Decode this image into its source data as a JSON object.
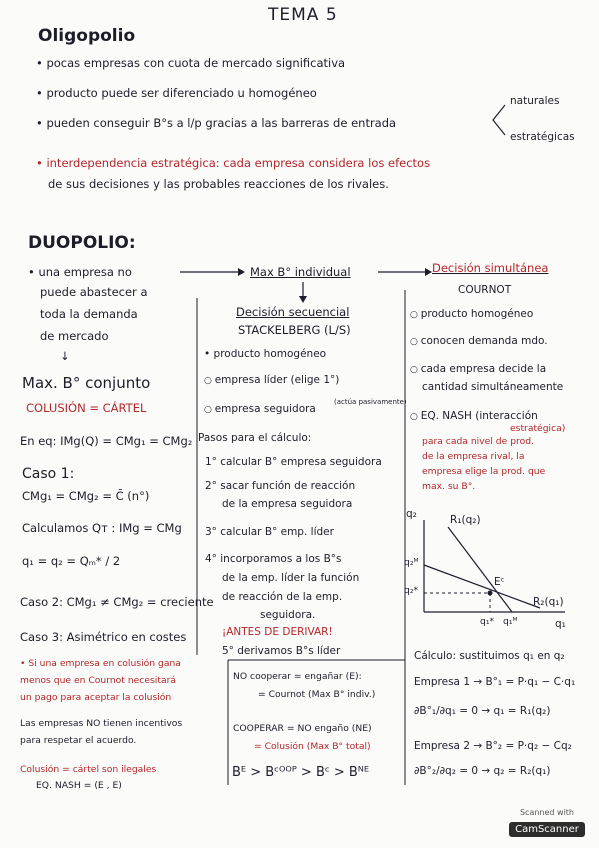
{
  "title": "TEMA 5",
  "oligopolio": {
    "heading": "Oligopolio",
    "bullets": [
      "pocas empresas con cuota de mercado significativa",
      "producto puede ser diferenciado u homogéneo",
      "pueden conseguir B°s a l/p gracias a las barreras de entrada",
      "interdependencia estratégica: cada empresa considera los efectos",
      "de sus decisiones y las probables reacciones de los rivales."
    ],
    "barreras": [
      "naturales",
      "estratégicas"
    ]
  },
  "duopolio": {
    "heading": "DUOPOLIO:",
    "left_intro": [
      "una empresa no",
      "puede abastecer a",
      "toda la demanda",
      "de mercado"
    ],
    "arrow_down": "↓",
    "max_conjunto": "Max. B° conjunto",
    "colusion": "COLUSIÓN = CÁRTEL",
    "eq": "En eq: IMg(Q) = CMg₁ = CMg₂",
    "caso1": "Caso 1:",
    "caso1_eq": "CMg₁ = CMg₂ = C̄ (n°)",
    "calculamos": "Calculamos Qᴛ : IMg = CMg",
    "q_eq": "q₁ = q₂ = Qₘ* / 2",
    "caso2": "Caso 2: CMg₁ ≠ CMg₂ = creciente",
    "caso3": "Caso 3: Asimétrico en costes",
    "nota1": [
      "• Si una empresa en colusión gana",
      "menos que en Cournot necesitará",
      "un pago para aceptar la colusión"
    ],
    "nota2": [
      "Las empresas NO tienen incentivos",
      "para respetar el acuerdo."
    ],
    "nota3": "Colusión = cártel son ilegales",
    "nota4": "EQ. NASH = (E , E)",
    "max_indiv": "Max B° individual",
    "simultanea": "Decisión simultánea",
    "cournot": "COURNOT",
    "secuencial": "Decisión secuencial",
    "stackelberg": "STACKELBERG (L/S)",
    "stack_items": [
      "producto homogéneo",
      "empresa líder (elige 1°)",
      "empresa seguidora"
    ],
    "stack_note": "(actúa pasivamente)",
    "pasos_title": "Pasos para el cálculo:",
    "pasos": [
      "1° calcular B° empresa seguidora",
      "2° sacar función de reacción",
      "de la empresa seguidora",
      "3° calcular B° emp. líder",
      "4° incorporamos a los B°s",
      "de la emp. líder la función",
      "de reacción de la emp.",
      "seguidora.",
      "¡ANTES DE DERIVAR!",
      "5° derivamos B°s líder"
    ],
    "cournot_items": [
      "producto homogéneo",
      "conocen demanda mdo.",
      "cada empresa decide la",
      "cantidad simultáneamente",
      "EQ. NASH (interacción",
      "estratégica)",
      "para cada nivel de prod.",
      "de la empresa rival, la",
      "empresa elige la prod. que",
      "max. su B°."
    ],
    "graph": {
      "ylabel": "q₂",
      "xlabel": "q₁",
      "r1": "R₁(q₂)",
      "r2": "R₂(q₁)",
      "ec": "Eᶜ",
      "q2m": "q₂ᴹ",
      "q2star": "q₂*",
      "q1star": "q₁*",
      "q1m": "q₁ᴹ"
    },
    "calculo_title": "Cálculo: sustituimos q₁ en q₂",
    "emp1": "Empresa 1 → B°₁ = P·q₁ − C·q₁",
    "deriv1": "∂B°₁/∂q₁ = 0 → q₁ = R₁(q₂)",
    "emp2": "Empresa 2 → B°₂ = P·q₂ − Cq₂",
    "deriv2": "∂B°₂/∂q₂ = 0 → q₂ = R₂(q₁)",
    "no_cooperar": "NO cooperar = engañar (E):",
    "no_cooperar2": "= Cournot (Max B° indiv.)",
    "cooperar": "COOPERAR = NO engaño (NE)",
    "cooperar2": "= Colusión (Max B° total)",
    "ineq": "Bᴱ > Bᶜᴼᴼᴾ > Bᶜ > Bᴺᴱ"
  },
  "badge": {
    "line1": "Scanned with",
    "line2": "CamScanner"
  }
}
